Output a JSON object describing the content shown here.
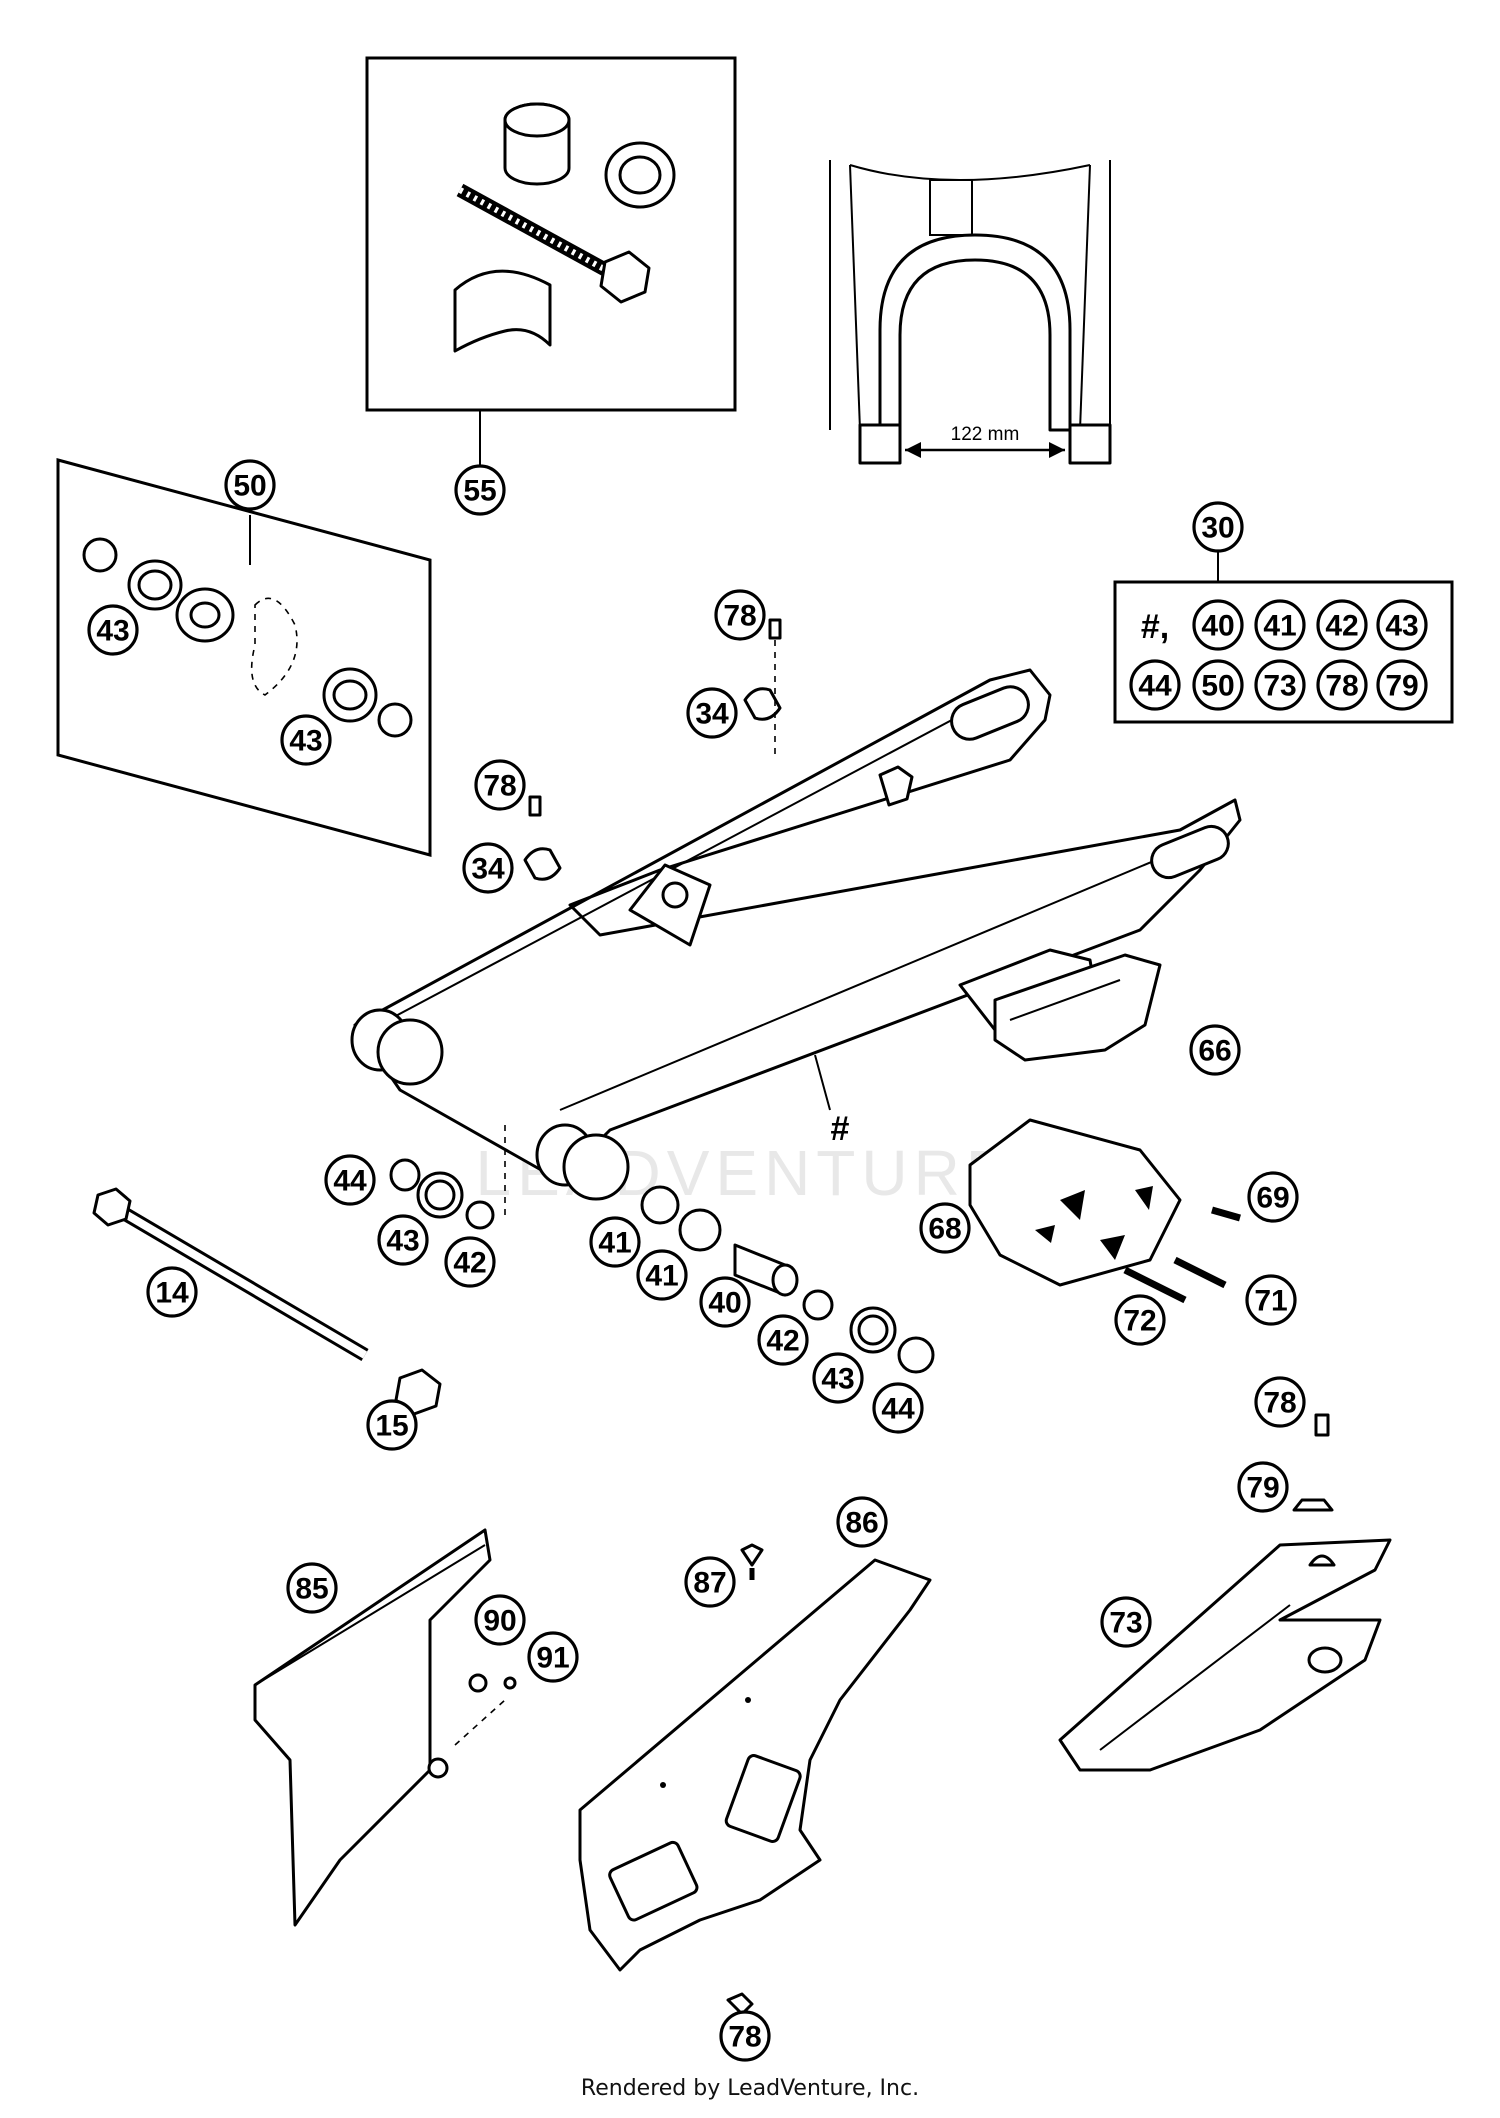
{
  "diagram": {
    "dimension_label": "122 mm",
    "hash_label": "#",
    "kit_30": {
      "label": "30",
      "prefix": "#,",
      "items": [
        "40",
        "41",
        "42",
        "43",
        "44",
        "50",
        "73",
        "78",
        "79"
      ]
    },
    "callouts": [
      "55",
      "50",
      "43",
      "43",
      "78",
      "34",
      "78",
      "34",
      "66",
      "44",
      "43",
      "42",
      "41",
      "41",
      "40",
      "42",
      "43",
      "44",
      "68",
      "69",
      "71",
      "72",
      "14",
      "15",
      "78",
      "79",
      "85",
      "90",
      "91",
      "87",
      "86",
      "73",
      "78"
    ]
  },
  "watermark": "LEADVENTURE",
  "footer": "Rendered by LeadVenture, Inc."
}
